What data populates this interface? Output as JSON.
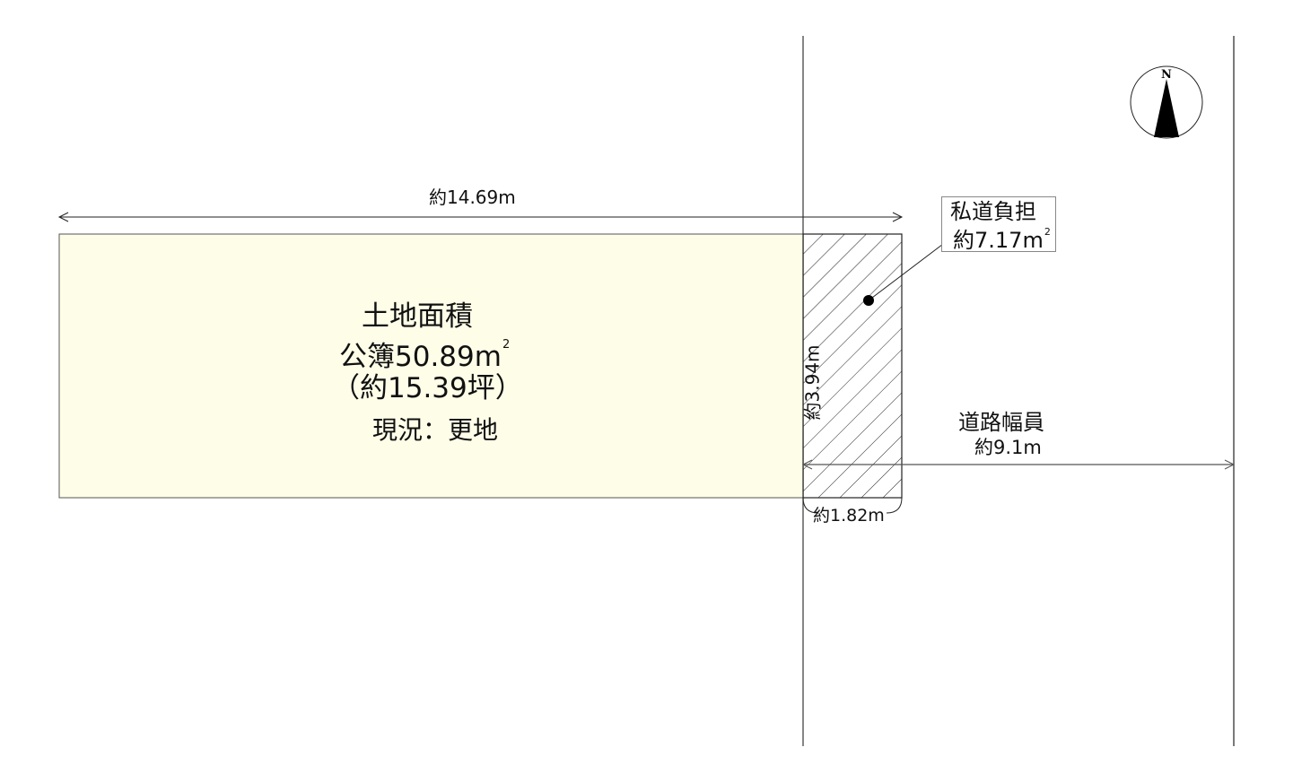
{
  "plot": {
    "land_area_title": "土地面積",
    "registry_area_prefix": "公簿50.89",
    "registry_area_unit": "m",
    "registry_area_sup": "2",
    "tsubo": "（約15.39坪）",
    "current_status": "現況：更地",
    "fill_color": "#fefde8"
  },
  "dimensions": {
    "width_top": "約14.69m",
    "depth_side": "約3.94m",
    "private_road_width": "約1.82m",
    "road_width_title": "道路幅員",
    "road_width_value": "約9.1m"
  },
  "private_road_callout": {
    "title": "私道負担",
    "area_prefix": "約7.17",
    "area_unit": "m",
    "area_sup": "2"
  },
  "compass": {
    "label": "N"
  }
}
